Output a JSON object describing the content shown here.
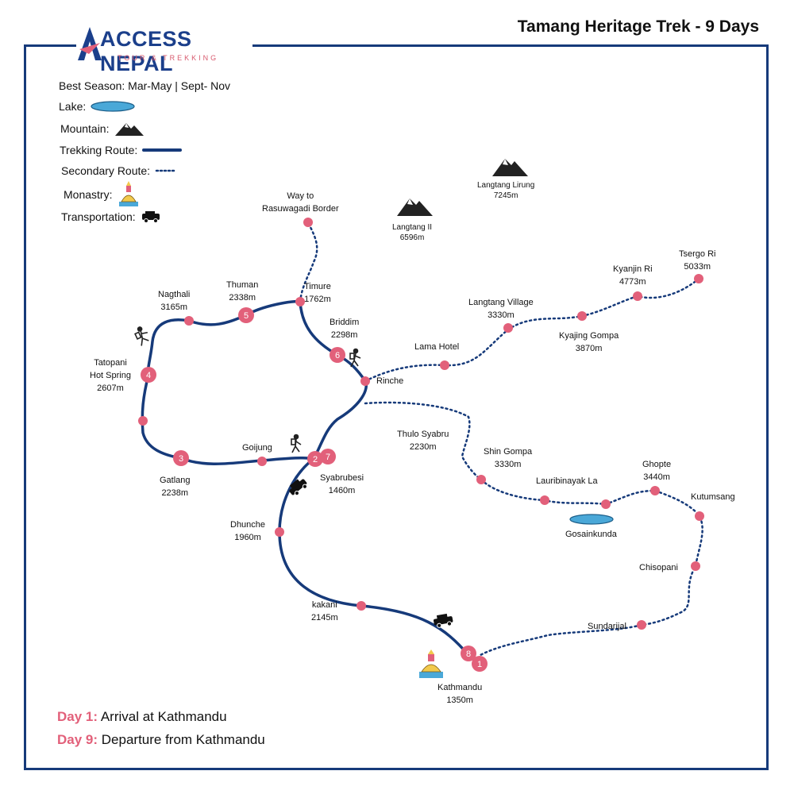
{
  "title": "Tamang Heritage Trek - 9 Days",
  "logo": {
    "name": "ACCESS NEPAL",
    "tagline": "TOUR & TREKKING"
  },
  "best_season": "Best Season: Mar-May | Sept- Nov",
  "legend": {
    "lake": "Lake:",
    "mountain": "Mountain:",
    "trekking_route": "Trekking Route:",
    "secondary_route": "Secondary Route:",
    "monastery": "Monastry:",
    "transportation": "Transportation:"
  },
  "colors": {
    "route": "#163a7a",
    "marker": "#e2607a",
    "lake": "#4aa8d8",
    "frame": "#163a7a"
  },
  "places": {
    "rasuwagadi": [
      "Way to",
      "Rasuwagadi Border"
    ],
    "langtang_ii": [
      "Langtang II",
      "6596m"
    ],
    "langtang_lirung": [
      "Langtang Lirung",
      "7245m"
    ],
    "thuman": [
      "Thuman",
      "2338m"
    ],
    "timure": [
      "Timure",
      "1762m"
    ],
    "nagthali": [
      "Nagthali",
      "3165m"
    ],
    "briddim": [
      "Briddim",
      "2298m"
    ],
    "tatopani": [
      "Tatopani",
      "Hot Spring",
      "2607m"
    ],
    "rinche": [
      "Rinche"
    ],
    "lama_hotel": [
      "Lama Hotel"
    ],
    "langtang_village": [
      "Langtang Village",
      "3330m"
    ],
    "kyajing_gompa": [
      "Kyajing Gompa",
      "3870m"
    ],
    "kyanjin_ri": [
      "Kyanjin Ri",
      "4773m"
    ],
    "tsergo_ri": [
      "Tsergo Ri",
      "5033m"
    ],
    "goijung": [
      "Goijung"
    ],
    "gatlang": [
      "Gatlang",
      "2238m"
    ],
    "syabrubesi": [
      "Syabrubesi",
      "1460m"
    ],
    "thulo_syabru": [
      "Thulo Syabru",
      "2230m"
    ],
    "shin_gompa": [
      "Shin Gompa",
      "3330m"
    ],
    "lauribinayak": [
      "Lauribinayak La"
    ],
    "ghopte": [
      "Ghopte",
      "3440m"
    ],
    "kutumsang": [
      "Kutumsang"
    ],
    "gosainkunda": [
      "Gosainkunda"
    ],
    "chisopani": [
      "Chisopani"
    ],
    "dhunche": [
      "Dhunche",
      "1960m"
    ],
    "kakani": [
      "kakani",
      "2145m"
    ],
    "sundarijal": [
      "Sundarijal"
    ],
    "kathmandu": [
      "Kathmandu",
      "1350m"
    ]
  },
  "day_markers": [
    "1",
    "2",
    "3",
    "4",
    "5",
    "6",
    "7",
    "8"
  ],
  "days": [
    {
      "key": "Day 1:",
      "text": "Arrival at Kathmandu"
    },
    {
      "key": "Day 9:",
      "text": "Departure from Kathmandu"
    }
  ]
}
